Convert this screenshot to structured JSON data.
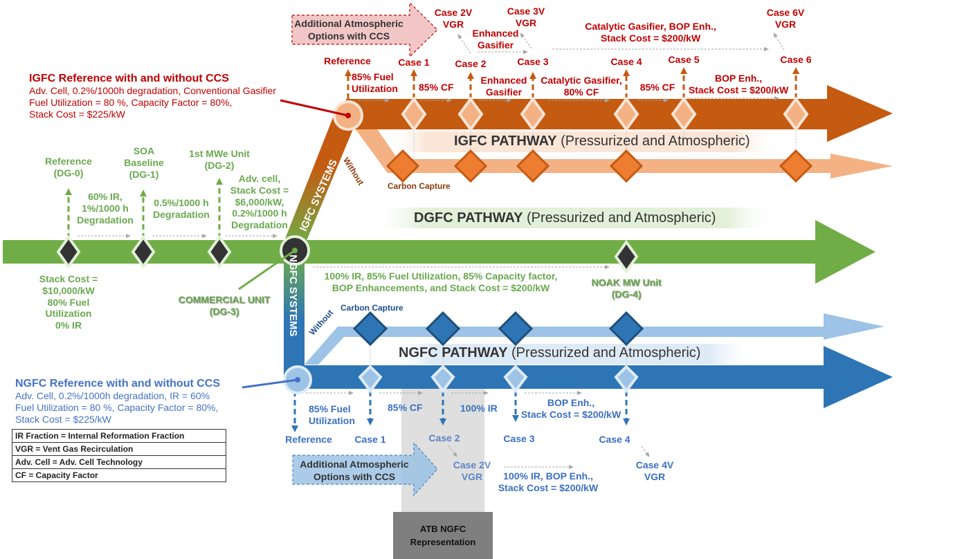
{
  "colors": {
    "igfc_dark": "#c55a11",
    "igfc_light": "#f4b183",
    "igfc_diamond": "#ed7d31",
    "dgfc": "#70ad47",
    "ngfc_dark": "#2e75b6",
    "ngfc_light": "#9dc3e6",
    "dark_node": "#333333",
    "atb_gray": "#7f7f7f"
  },
  "igfc": {
    "reference_note": {
      "title": "IGFC Reference with and without CCS",
      "lines": [
        "Adv. Cell, 0.2%/1000h degradation, Conventional Gasifier",
        "Fuel Utilization  = 80 %, Capacity Factor = 80%,",
        "Stack Cost = $225/kW"
      ]
    },
    "callout": {
      "line1": "Additional Atmospheric",
      "line2": "Options with CCS"
    },
    "cases": [
      {
        "label": "Reference"
      },
      {
        "label": "Case 1"
      },
      {
        "label": "Case 2"
      },
      {
        "label": "Case 3"
      },
      {
        "label": "Case 4"
      },
      {
        "label": "Case 5"
      },
      {
        "label": "Case 6"
      }
    ],
    "steps": [
      {
        "line1": "85% Fuel",
        "line2": "Utilization"
      },
      {
        "line1": "85% CF",
        "line2": ""
      },
      {
        "line1": "Enhanced",
        "line2": "Gasifier"
      },
      {
        "line1": "Catalytic Gasifier,",
        "line2": "80% CF"
      },
      {
        "line1": "85% CF",
        "line2": ""
      },
      {
        "line1": "BOP Enh.,",
        "line2": "Stack Cost = $200/kW"
      }
    ],
    "vgr_cases": [
      {
        "line1": "Case 2V",
        "line2": "VGR"
      },
      {
        "line1": "Case 3V",
        "line2": "VGR"
      },
      {
        "line1": "Case 6V",
        "line2": "VGR"
      }
    ],
    "vgr_steps": [
      {
        "line1": "Enhanced",
        "line2": "Gasifier"
      },
      {
        "line1": "Catalytic Gasifier, BOP Enh.,",
        "line2": "Stack Cost = $200/kW"
      }
    ],
    "without_label": "Without",
    "carbon_capture_label": "Carbon Capture",
    "pathway_title": "IGFC PATHWAY",
    "pathway_subtitle": "(Pressurized and Atmospheric)",
    "systems_label": "IGFC SYSTEMS"
  },
  "dgfc": {
    "milestones": [
      {
        "line1": "Reference",
        "line2": "(DG-0)"
      },
      {
        "line1": "SOA",
        "line2": "Baseline",
        "line3": "(DG-1)"
      },
      {
        "line1": "1st MWe Unit",
        "line2": "(DG-2)"
      }
    ],
    "steps": [
      {
        "line1": "60% IR,",
        "line2": "1%/1000 h",
        "line3": "Degradation"
      },
      {
        "line1": "0.5%/1000 h",
        "line2": "Degradation"
      },
      {
        "line1": "Adv. cell,",
        "line2": "Stack Cost =",
        "line3": "$6,000/kW,",
        "line4": "0.2%/1000 h",
        "line5": "Degradation"
      }
    ],
    "baseline_note": {
      "line1": "Stack Cost =",
      "line2": "$10,000/kW",
      "line3": "80% Fuel",
      "line4": "Utilization",
      "line5": "0% IR"
    },
    "commercial_unit": {
      "line1": "COMMERCIAL UNIT",
      "line2": "(DG-3)"
    },
    "noak_step": {
      "line1": "100% IR, 85% Fuel Utilization, 85% Capacity factor,",
      "line2": "BOP Enhancements, and Stack Cost = $200/kW"
    },
    "noak_unit": {
      "line1": "NOAK MW Unit",
      "line2": "(DG-4)"
    },
    "pathway_title": "DGFC PATHWAY",
    "pathway_subtitle": "(Pressurized and Atmospheric)"
  },
  "ngfc": {
    "reference_note": {
      "title": "NGFC Reference with and without CCS",
      "lines": [
        "Adv. Cell, 0.2%/1000h degradation, IR = 60%",
        "Fuel Utilization  = 80 %, Capacity Factor = 80%,",
        "Stack Cost = $225/kW"
      ]
    },
    "cases": [
      {
        "label": "Reference"
      },
      {
        "label": "Case 1"
      },
      {
        "label": "Case 2"
      },
      {
        "label": "Case 3"
      },
      {
        "label": "Case 4"
      }
    ],
    "steps": [
      {
        "line1": "85% Fuel",
        "line2": "Utilization"
      },
      {
        "line1": "85% CF",
        "line2": ""
      },
      {
        "line1": "100% IR",
        "line2": ""
      },
      {
        "line1": "BOP Enh.,",
        "line2": "Stack Cost = $200/kW"
      }
    ],
    "vgr_cases": [
      {
        "line1": "Case 2V",
        "line2": "VGR"
      },
      {
        "line1": "Case 4V",
        "line2": "VGR"
      }
    ],
    "vgr_step": {
      "line1": "100% IR, BOP Enh.,",
      "line2": "Stack Cost = $200/kW"
    },
    "callout": {
      "line1": "Additional Atmospheric",
      "line2": "Options with CCS"
    },
    "without_label": "Without",
    "carbon_capture_label": "Carbon Capture",
    "pathway_title": "NGFC PATHWAY",
    "pathway_subtitle": "(Pressurized and Atmospheric)",
    "systems_label": "NGFC SYSTEMS",
    "atb_box": {
      "line1": "ATB NGFC",
      "line2": "Representation"
    }
  },
  "legend": [
    "IR Fraction = Internal Reformation Fraction",
    "VGR = Vent Gas Recirculation",
    "Adv. Cell  = Adv. Cell Technology",
    "CF = Capacity Factor"
  ]
}
